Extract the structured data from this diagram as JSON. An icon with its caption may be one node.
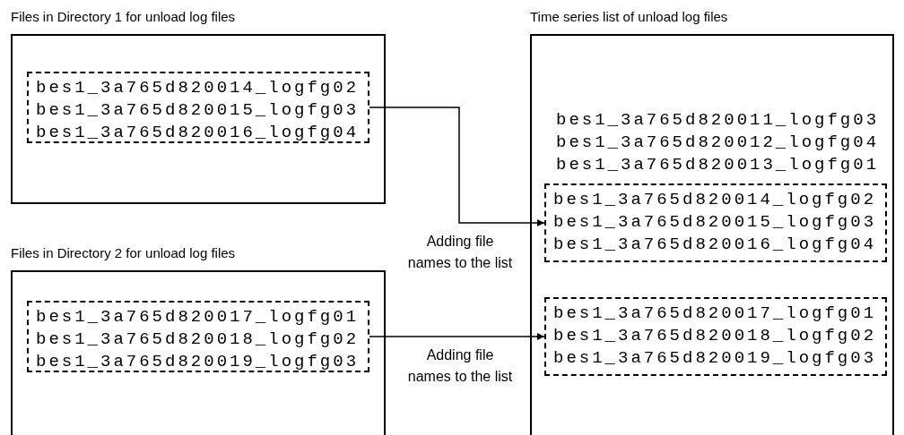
{
  "diagram": {
    "nodes": [
      {
        "text": [
          "Files in Directory 1 for unload log files"
        ]
      },
      {
        "text": [
          "bes1_3a765d820014_logfg02",
          "bes1_3a765d820015_logfg03",
          "bes1_3a765d820016_logfg04"
        ],
        "in": 0
      },
      {
        "text": [
          "Files in Directory 2 for unload log files"
        ]
      },
      {
        "text": [
          "bes1_3a765d820017_logfg01",
          "bes1_3a765d820018_logfg02",
          "bes1_3a765d820019_logfg03"
        ],
        "in": 2
      },
      {
        "text": [
          "Time series list of unload log files",
          "bes1_3a765d820011_logfg03",
          "bes1_3a765d820012_logfg04",
          "bes1_3a765d820013_logfg01"
        ]
      },
      {
        "text": [
          "bes1_3a765d820014_logfg02",
          "bes1_3a765d820015_logfg03",
          "bes1_3a765d820016_logfg04"
        ],
        "in": 4
      },
      {
        "text": [
          "bes1_3a765d820017_logfg01",
          "bes1_3a765d820018_logfg02",
          "bes1_3a765d820019_logfg03"
        ],
        "in": 4
      }
    ],
    "edges": [
      {
        "from": 1,
        "to": 5,
        "arrow": "to",
        "label": "Adding file names to the list"
      },
      {
        "from": 3,
        "to": 6,
        "arrow": "to",
        "label": "Adding file names to the list"
      }
    ]
  }
}
